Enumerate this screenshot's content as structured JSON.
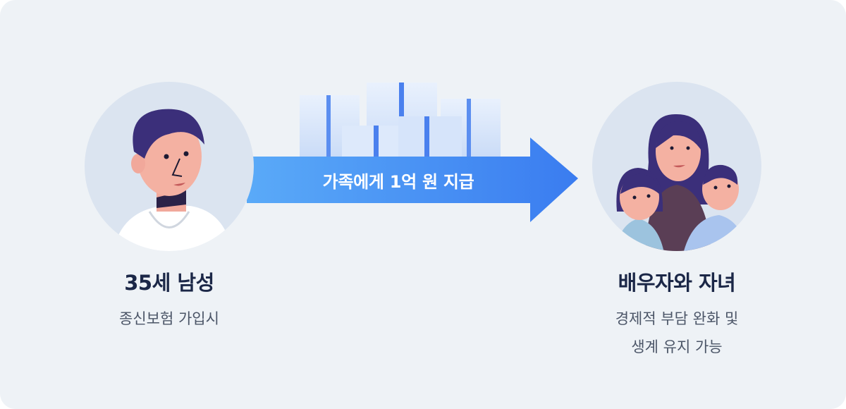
{
  "left": {
    "title": "35세 남성",
    "subtitle": "종신보험 가입시"
  },
  "arrow": {
    "label": "가족에게 1억 원 지급"
  },
  "right": {
    "title": "배우자와 자녀",
    "subtitle_lines": [
      "경제적 부담 완화 및",
      "생계 유지 가능"
    ]
  },
  "colors": {
    "background": "#eef2f6",
    "arrow_start": "#5aaaf8",
    "arrow_end": "#3a7cf0",
    "title": "#1b2747",
    "circle": "#dbe4f0"
  }
}
